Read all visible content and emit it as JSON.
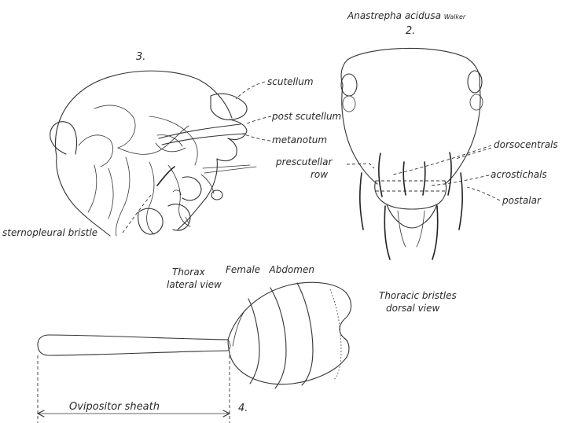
{
  "species": {
    "name": "Anastrepha acidusa",
    "author": "Walker"
  },
  "figures": {
    "fig2": {
      "number": "2.",
      "caption_line1": "Thoracic bristles",
      "caption_line2": "dorsal view"
    },
    "fig3": {
      "number": "3.",
      "caption_line1": "Thorax",
      "caption_line2": "lateral view"
    },
    "fig4": {
      "number": "4.",
      "caption": "Female   Abdomen"
    }
  },
  "labels": {
    "scutellum": "scutellum",
    "post_scutellum": "post scutellum",
    "metanotum": "metanotum",
    "prescutellar_line1": "prescutellar",
    "prescutellar_line2": "row",
    "sternopleural": "sternopleural bristle",
    "dorsocentrals": "dorsocentrals",
    "acrostichals": "acrostichals",
    "postalar": "postalar",
    "ovipositor": "Ovipositor sheath"
  }
}
